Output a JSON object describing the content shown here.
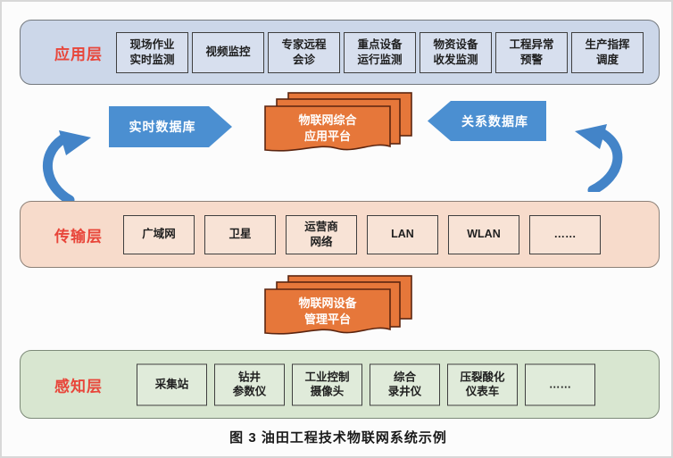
{
  "figure": {
    "caption": "图 3  油田工程技术物联网系统示例"
  },
  "colors": {
    "application_layer_bg": "#ccd7e9",
    "transmission_layer_bg": "#f7dbcb",
    "perception_layer_bg": "#d8e6d0",
    "layer_label_red": "#e8463a",
    "database_arrow_blue": "#4b8fd1",
    "platform_orange": "#e6773a",
    "curved_arrow_blue": "#4384c8"
  },
  "layers": {
    "application": {
      "label": "应用层",
      "boxes": [
        "现场作业\n实时监测",
        "视频监控",
        "专家远程\n会诊",
        "重点设备\n运行监测",
        "物资设备\n收发监测",
        "工程异常\n预警",
        "生产指挥\n调度"
      ]
    },
    "transmission": {
      "label": "传输层",
      "boxes": [
        "广域网",
        "卫星",
        "运营商\n网络",
        "LAN",
        "WLAN",
        "……"
      ]
    },
    "perception": {
      "label": "感知层",
      "boxes": [
        "采集站",
        "钻井\n参数仪",
        "工业控制\n摄像头",
        "综合\n录井仪",
        "压裂酸化\n仪表车",
        "……"
      ]
    }
  },
  "middleware": {
    "realtime_db": "实时数据库",
    "relational_db": "关系数据库",
    "iot_app_platform": "物联网综合\n应用平台",
    "iot_device_platform": "物联网设备\n管理平台"
  }
}
